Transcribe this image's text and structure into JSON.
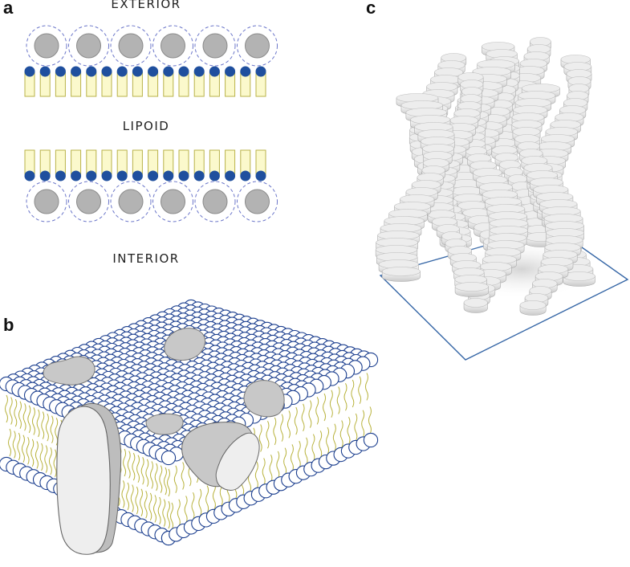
{
  "panels": {
    "a": "a",
    "b": "b",
    "c": "c"
  },
  "panel_a": {
    "exterior_label": "EXTERIOR",
    "lipoid_label": "LIPOID",
    "interior_label": "INTERIOR",
    "circles_per_row": 6,
    "lipids_per_row": 16
  },
  "colors": {
    "headgroup": "#1f4f9e",
    "tail_fill": "#fbf9cc",
    "tail_stroke": "#b9b24a",
    "circle_fill": "#b3b3b3",
    "circle_dash": "#6b76c9",
    "sphere_stroke": "#1c3f8f",
    "protein_fill": "#c8c8c8",
    "protein_light": "#eeeeee",
    "lipid_wave": "#b8b23c",
    "slab_face": "#ededed",
    "plate_stroke": "#3566a6"
  }
}
